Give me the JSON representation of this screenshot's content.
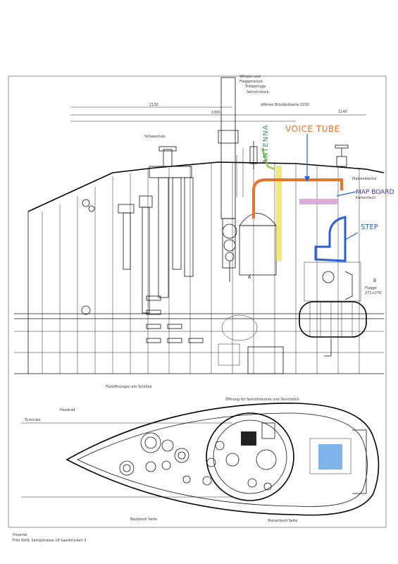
{
  "annotations": {
    "voice_tube": "VOICE TUBE",
    "antenna": "ANTENNA",
    "map_board": "MAP BOARD",
    "step": "STEP"
  },
  "drawing_labels": {
    "dim_top": "2130",
    "dim_mid": "1300",
    "dim_right": "offenes Brückenkante 2230",
    "dim_right2": "1140",
    "tick_a": "A",
    "tick_b": "B",
    "scale_note1": "Flagge",
    "scale_note2": "271+276",
    "mast_note1": "Wimpel und",
    "mast_note2": "Flaggenstock",
    "mast_note3": "Trittgertuge",
    "mast_note4": "Sehrohrbock",
    "schwan": "Schwanhals",
    "ruder": "Kartentisch",
    "fahrer": "Plattenbleche",
    "mitte": "Flutöffnungen am Schlitze",
    "turm": "Öffnung für Sehrohrbuhne und Durchblick",
    "turm2": "Turmluke",
    "hanafen": "Handrad",
    "backbord": "Backbord Seite",
    "steuerbord": "Steuerbord Seite",
    "footer1": "Imperial",
    "footer2": "Fritz KöHL Sampstrasse 18 Saarbrücken 3"
  },
  "colors": {
    "orange": "#e9732a",
    "green": "#9fd36a",
    "yellow": "#e8e25a",
    "purple": "#4a2d9c",
    "blue": "#2a5fd6",
    "light_blue": "#69a8e8"
  }
}
